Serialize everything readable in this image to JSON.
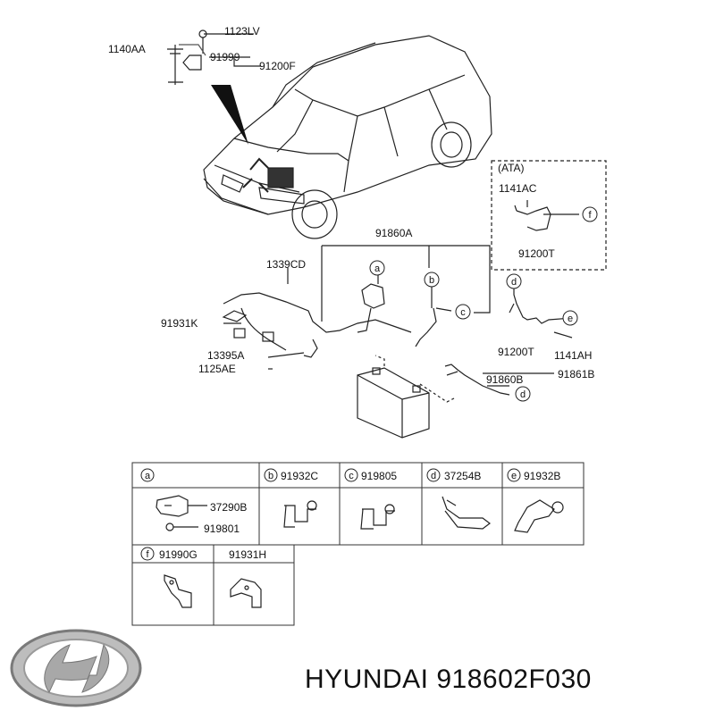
{
  "callouts": {
    "top_left_bolt": "1140AA",
    "top_bolt": "1123LV",
    "top_bracket": "91999",
    "top_cable": "91200F",
    "main_cable": "91860A",
    "clip": "1339CD",
    "bracket_left": "91931K",
    "bolt_a": "13395A",
    "bolt_b": "1125AE",
    "ata_title": "(ATA)",
    "ata_bolt": "1141AC",
    "ata_cable": "91200T",
    "right_cable": "91200T",
    "right_bolt": "1141AH",
    "neg_cable": "91860B",
    "neg_term": "91861B"
  },
  "circles": {
    "a": "a",
    "b": "b",
    "c": "c",
    "d": "d",
    "e": "e",
    "f": "f"
  },
  "parts_table": {
    "row1": [
      {
        "key": "a",
        "part": "",
        "subparts": [
          "37290B",
          "919801"
        ]
      },
      {
        "key": "b",
        "part": "91932C"
      },
      {
        "key": "c",
        "part": "919805"
      },
      {
        "key": "d",
        "part": "37254B"
      },
      {
        "key": "e",
        "part": "91932B"
      }
    ],
    "row2": [
      {
        "key": "f",
        "part": "91990G"
      },
      {
        "key": "",
        "part": "91931H"
      }
    ]
  },
  "footer": {
    "brand_text": "HYUNDAI 918602F030"
  }
}
